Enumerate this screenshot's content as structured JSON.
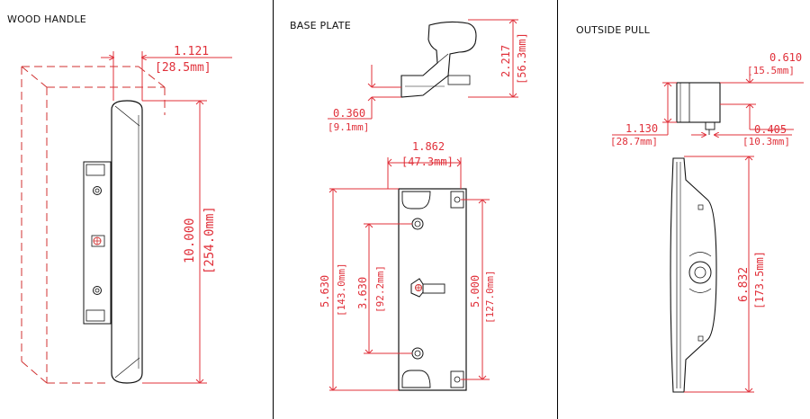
{
  "colors": {
    "dimension": "#e0303a",
    "outline": "#111111",
    "background": "#ffffff"
  },
  "panels": {
    "wood_handle": {
      "title": "WOOD HANDLE",
      "dims": {
        "width_in": "1.121",
        "width_mm": "[28.5mm]",
        "length_in": "10.000",
        "length_mm": "[254.0mm]"
      }
    },
    "base_plate": {
      "title": "BASE PLATE",
      "dims": {
        "height_in": "2.217",
        "height_mm": "[56.3mm]",
        "offset_in": "0.360",
        "offset_mm": "[9.1mm]",
        "width_in": "1.862",
        "width_mm": "[47.3mm]",
        "overall_in": "5.630",
        "overall_mm": "[143.0mm]",
        "holes_in": "3.630",
        "holes_mm": "[92.2mm]",
        "mount_in": "5.000",
        "mount_mm": "[127.0mm]"
      }
    },
    "outside_pull": {
      "title": "OUTSIDE PULL",
      "dims": {
        "top_in": "0.610",
        "top_mm": "[15.5mm]",
        "depth_in": "1.130",
        "depth_mm": "[28.7mm]",
        "stem_in": "0.405",
        "stem_mm": "[10.3mm]",
        "length_in": "6.832",
        "length_mm": "[173.5mm]"
      }
    }
  }
}
